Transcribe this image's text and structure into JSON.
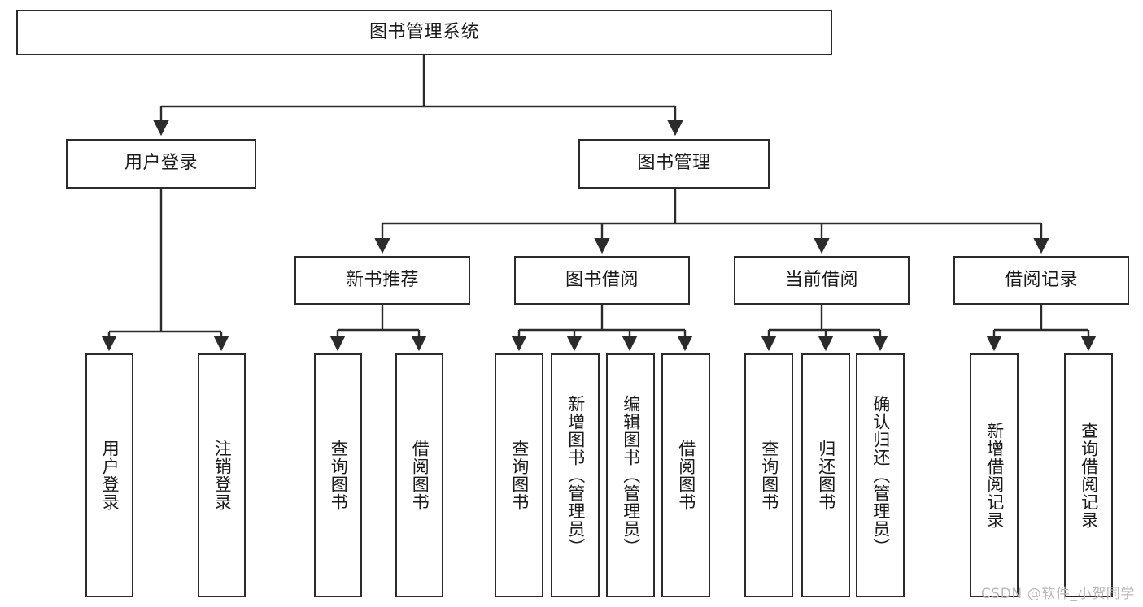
{
  "diagram": {
    "title": "图书管理系统",
    "type": "tree-hierarchy-diagram",
    "colors": {
      "box_border": "#2b2b2b",
      "box_fill": "#ffffff",
      "connector": "#2b2b2b",
      "text": "#1a1a1a",
      "watermark": "#b9b9b9",
      "background": "#ffffff"
    }
  },
  "root": {
    "label": "图书管理系统"
  },
  "level2": [
    {
      "label": "用户登录"
    },
    {
      "label": "图书管理"
    }
  ],
  "level3": [
    {
      "label": "新书推荐"
    },
    {
      "label": "图书借阅"
    },
    {
      "label": "当前借阅"
    },
    {
      "label": "借阅记录"
    }
  ],
  "leaves": {
    "user_login": [
      {
        "label": "用户登录"
      },
      {
        "label": "注销登录"
      }
    ],
    "new_book_recommend": [
      {
        "label": "查询图书"
      },
      {
        "label": "借阅图书"
      }
    ],
    "book_borrow": [
      {
        "label": "查询图书"
      },
      {
        "label": "新增图书（管理员）"
      },
      {
        "label": "编辑图书（管理员）"
      },
      {
        "label": "借阅图书"
      }
    ],
    "current_borrow": [
      {
        "label": "查询图书"
      },
      {
        "label": "归还图书"
      },
      {
        "label": "确认归还（管理员）"
      }
    ],
    "borrow_record": [
      {
        "label": "新增借阅记录"
      },
      {
        "label": "查询借阅记录"
      }
    ]
  },
  "watermark": {
    "text": "CSDN @软件_小贺同学"
  }
}
